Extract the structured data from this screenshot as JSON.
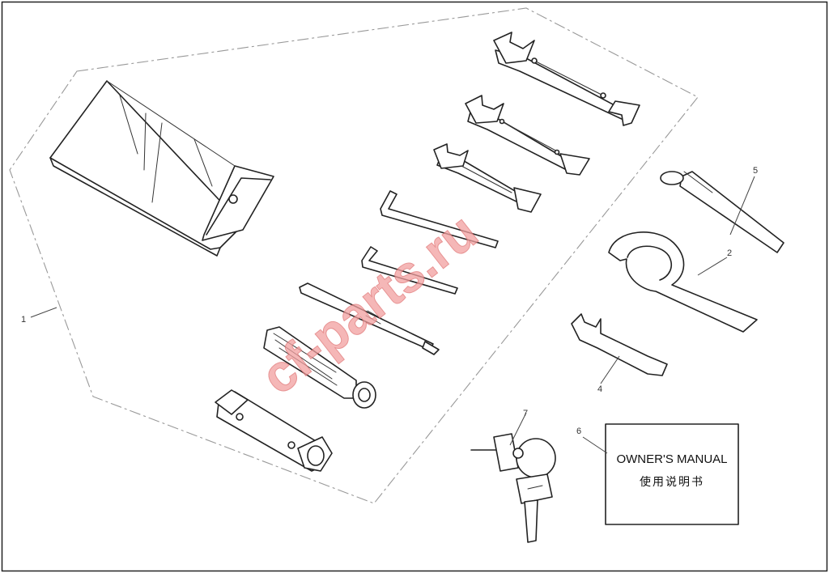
{
  "diagram": {
    "callouts": [
      {
        "id": "callout-1",
        "label": "1"
      },
      {
        "id": "callout-2",
        "label": "2"
      },
      {
        "id": "callout-4",
        "label": "4"
      },
      {
        "id": "callout-5",
        "label": "5"
      },
      {
        "id": "callout-6",
        "label": "6"
      },
      {
        "id": "callout-7",
        "label": "7"
      }
    ],
    "manual": {
      "title": "OWNER'S MANUAL",
      "subtitle": "使用说明书"
    },
    "watermark": "cf-parts.ru",
    "colors": {
      "line": "#222222",
      "boundary": "#999999",
      "watermark": "#e07070",
      "background": "#ffffff"
    }
  }
}
